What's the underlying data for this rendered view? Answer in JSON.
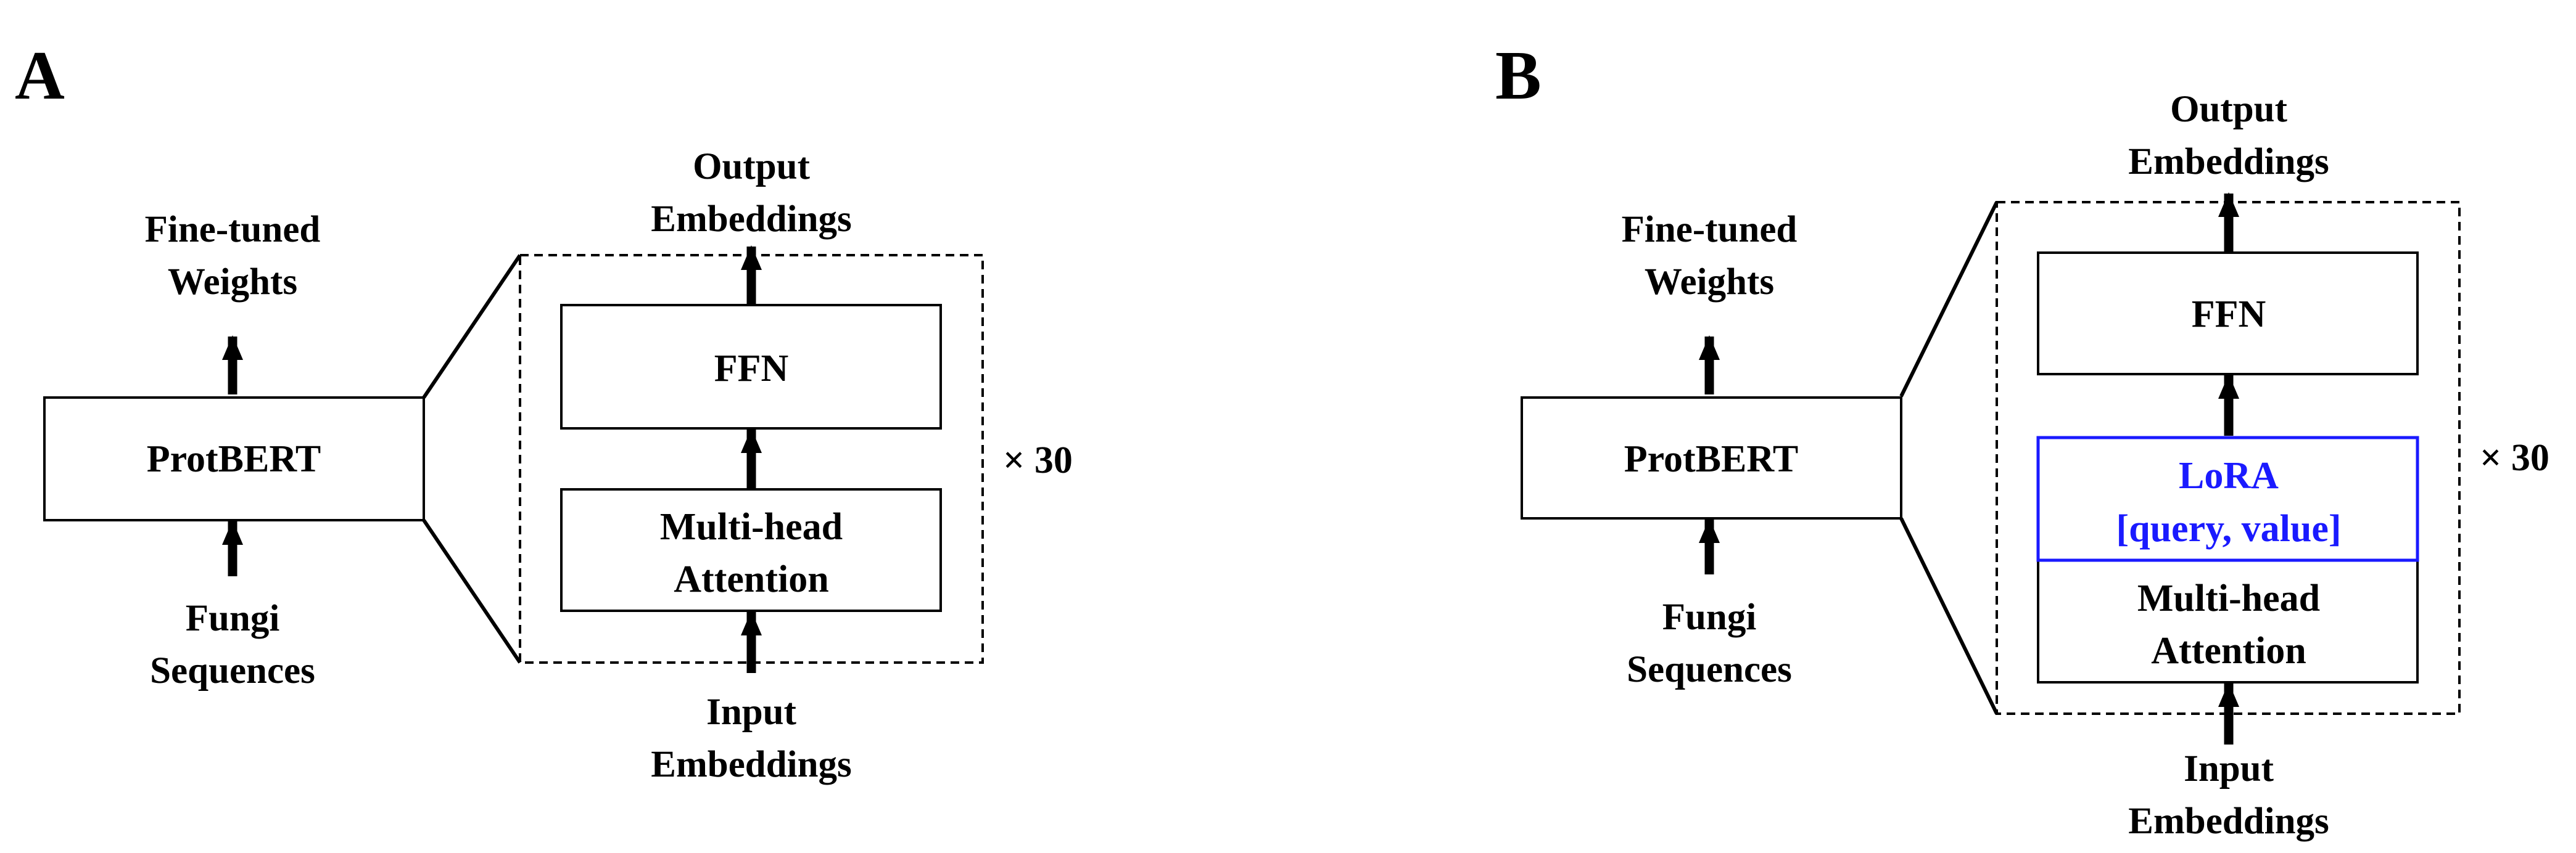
{
  "panel_a": {
    "letter": "A",
    "fine_tuned_weights": [
      "Fine-tuned",
      "Weights"
    ],
    "model_label": "ProtBERT",
    "fungi_sequences": [
      "Fungi",
      "Sequences"
    ],
    "output_embeddings": [
      "Output",
      "Embeddings"
    ],
    "ffn_label": "FFN",
    "attention_label": [
      "Multi-head",
      "Attention"
    ],
    "input_embeddings": [
      "Input",
      "Embeddings"
    ],
    "repeat_label": "× 30"
  },
  "panel_b": {
    "letter": "B",
    "fine_tuned_weights": [
      "Fine-tuned",
      "Weights"
    ],
    "model_label": "ProtBERT",
    "fungi_sequences": [
      "Fungi",
      "Sequences"
    ],
    "output_embeddings": [
      "Output",
      "Embeddings"
    ],
    "ffn_label": "FFN",
    "lora_label": [
      "LoRA",
      "[query, value]"
    ],
    "attention_label": [
      "Multi-head",
      "Attention"
    ],
    "input_embeddings": [
      "Input",
      "Embeddings"
    ],
    "repeat_label": "× 30"
  },
  "colors": {
    "stroke": "#000000",
    "lora_accent": "#1a1aff"
  }
}
